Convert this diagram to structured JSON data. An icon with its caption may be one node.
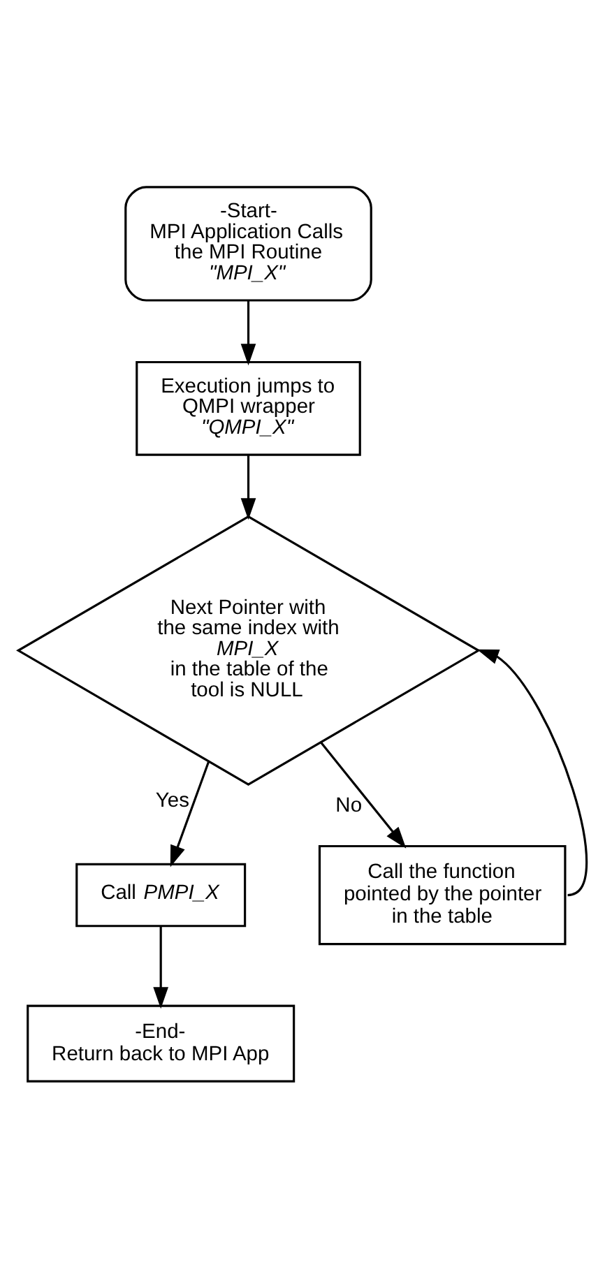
{
  "diagram": {
    "nodes": [
      {
        "text": [
          "-Start-",
          "MPI Application Calls the MPI Routine",
          "*\"MPI_X\"*"
        ]
      },
      {
        "text": [
          "Execution jumps to QMPI wrapper",
          "*\"QMPI_X\"*"
        ]
      },
      {
        "text": [
          "Next Pointer with the same index with *MPI_X* in the table of the tool is NULL"
        ]
      },
      {
        "text": [
          "Call *PMPI_X*"
        ]
      },
      {
        "text": [
          "Call the function pointed by the pointer in the table"
        ]
      },
      {
        "text": [
          "-End-",
          "Return back to MPI App"
        ]
      }
    ],
    "edges": [
      {
        "from": 0,
        "to": 1,
        "arrow": "to"
      },
      {
        "from": 1,
        "to": 2,
        "arrow": "to"
      },
      {
        "from": 2,
        "to": 3,
        "arrow": "to",
        "label": "Yes"
      },
      {
        "from": 2,
        "to": 4,
        "arrow": "to",
        "label": "No"
      },
      {
        "from": 3,
        "to": 5,
        "arrow": "to"
      },
      {
        "from": 4,
        "to": 2,
        "arrow": "to"
      }
    ]
  }
}
